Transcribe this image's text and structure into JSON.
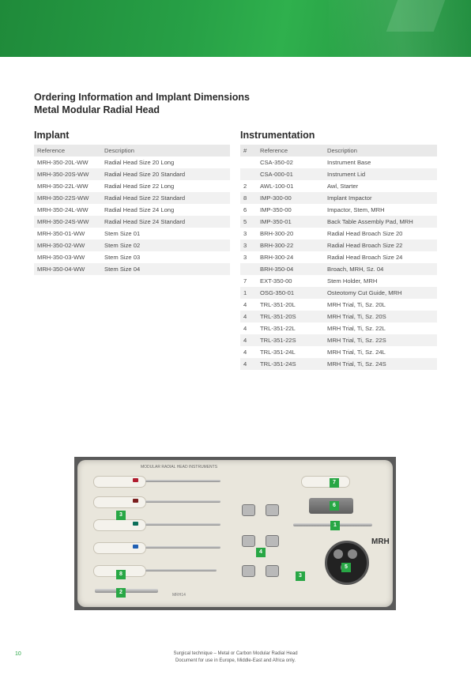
{
  "header": {
    "brand_color": "#27a046"
  },
  "title": {
    "line1": "Ordering Information and Implant Dimensions",
    "line2": "Metal Modular Radial Head"
  },
  "implant": {
    "heading": "Implant",
    "columns": [
      "Reference",
      "Description"
    ],
    "rows": [
      [
        "MRH-350-20L-WW",
        "Radial Head Size 20 Long"
      ],
      [
        "MRH-350-20S-WW",
        "Radial Head Size 20 Standard"
      ],
      [
        "MRH-350-22L-WW",
        "Radial Head Size 22 Long"
      ],
      [
        "MRH-350-22S-WW",
        "Radial Head Size 22 Standard"
      ],
      [
        "MRH-350-24L-WW",
        "Radial Head Size 24 Long"
      ],
      [
        "MRH-350-24S-WW",
        "Radial Head Size 24 Standard"
      ],
      [
        "MRH-350-01-WW",
        "Stem Size 01"
      ],
      [
        "MRH-350-02-WW",
        "Stem Size 02"
      ],
      [
        "MRH-350-03-WW",
        "Stem Size 03"
      ],
      [
        "MRH-350-04-WW",
        "Stem Size 04"
      ]
    ]
  },
  "instrumentation": {
    "heading": "Instrumentation",
    "columns": [
      "#",
      "Reference",
      "Description"
    ],
    "rows": [
      [
        "",
        "CSA-350-02",
        "Instrument Base"
      ],
      [
        "",
        "CSA-000-01",
        "Instrument Lid"
      ],
      [
        "2",
        "AWL-100-01",
        "Awl, Starter"
      ],
      [
        "8",
        "IMP-300-00",
        "Implant Impactor"
      ],
      [
        "6",
        "IMP-350-00",
        "Impactor, Stem, MRH"
      ],
      [
        "5",
        "IMP-350-01",
        "Back Table Assembly Pad, MRH"
      ],
      [
        "3",
        "BRH-300-20",
        "Radial Head Broach Size 20"
      ],
      [
        "3",
        "BRH-300-22",
        "Radial Head Broach Size 22"
      ],
      [
        "3",
        "BRH-300-24",
        "Radial Head Broach Size 24"
      ],
      [
        "",
        "BRH-350-04",
        "Broach, MRH, Sz. 04"
      ],
      [
        "7",
        "EXT-350-00",
        "Stem Holder, MRH"
      ],
      [
        "1",
        "OSG-350-01",
        "Osteotomy Cut Guide, MRH"
      ],
      [
        "4",
        "TRL-351-20L",
        "MRH Trial, Ti, Sz. 20L"
      ],
      [
        "4",
        "TRL-351-20S",
        "MRH Trial, Ti, Sz. 20S"
      ],
      [
        "4",
        "TRL-351-22L",
        "MRH Trial, Ti, Sz. 22L"
      ],
      [
        "4",
        "TRL-351-22S",
        "MRH Trial, Ti, Sz. 22S"
      ],
      [
        "4",
        "TRL-351-24L",
        "MRH Trial, Ti, Sz. 24L"
      ],
      [
        "4",
        "TRL-351-24S",
        "MRH Trial, Ti, Sz. 24S"
      ]
    ]
  },
  "photo": {
    "tray_label": "MODULAR RADIAL HEAD INSTRUMENTS",
    "tray_mark": "MRH",
    "small_label": "MRH14",
    "badges": [
      "7",
      "6",
      "3",
      "1",
      "4",
      "5",
      "3",
      "8",
      "2"
    ]
  },
  "footer": {
    "page_number": "10",
    "line1": "Surgical technique – Metal or Carbon Modular Radial Head",
    "line2": "Document for use in Europe, Middle-East and Africa only."
  }
}
